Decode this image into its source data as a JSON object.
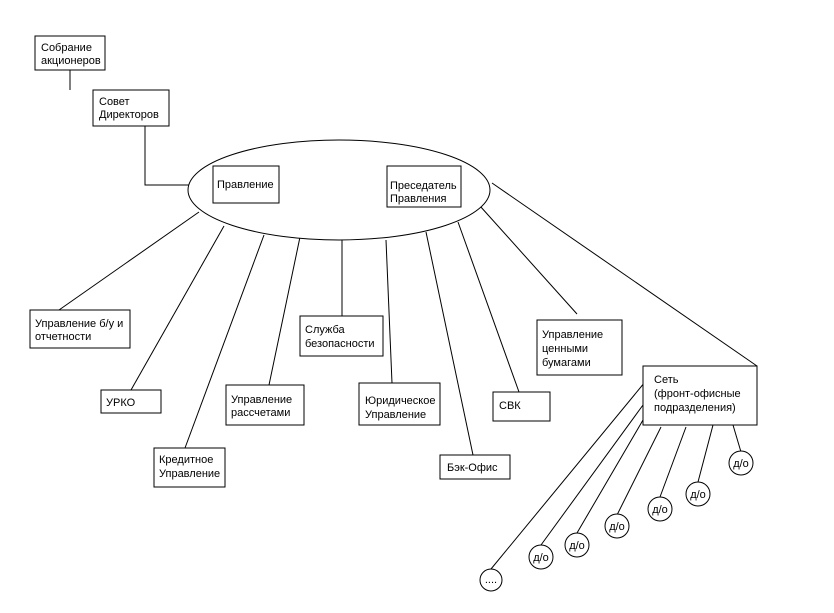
{
  "nodes": {
    "shareholders": [
      "Собрание",
      "акционеров"
    ],
    "board": [
      "Совет",
      "Директоров"
    ],
    "management": [
      "Правление"
    ],
    "chairman": [
      "Преседатель",
      "Правления"
    ],
    "accounting": [
      "Управление б/у и",
      "отчетности"
    ],
    "urko": [
      "УРКО"
    ],
    "credit": [
      "Кредитное",
      "Управление"
    ],
    "settlements": [
      "Управление",
      "рассчетами"
    ],
    "security": [
      "Служба",
      "безопасности"
    ],
    "legal": [
      "Юридическое",
      "Управление"
    ],
    "backoffice": [
      "Бэк-Офис"
    ],
    "svk": [
      "СВК"
    ],
    "securities": [
      "Управление",
      "ценными",
      "бумагами"
    ],
    "network": [
      "Сеть",
      "(фронт-офисные",
      "подразделения)"
    ]
  },
  "branch_label": "д/о",
  "more_label": "...."
}
